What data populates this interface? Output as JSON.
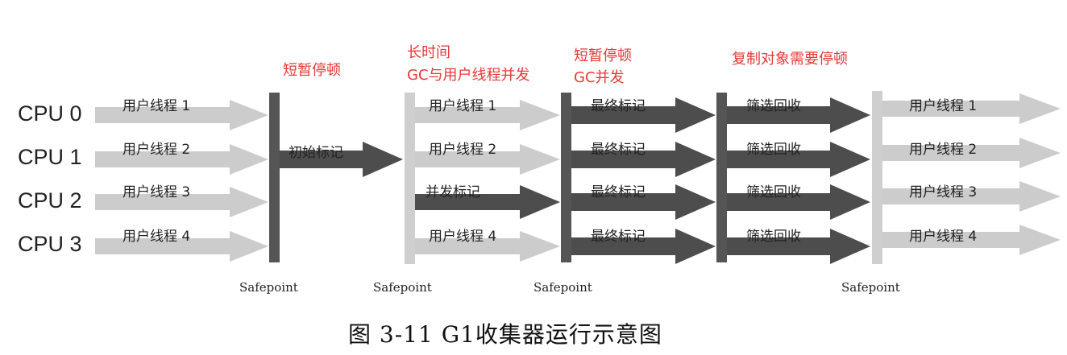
{
  "cpus": [
    "CPU 0",
    "CPU 1",
    "CPU 2",
    "CPU 3"
  ],
  "phase1": {
    "labels": [
      "用户线程 1",
      "用户线程 2",
      "用户线程 3",
      "用户线程 4"
    ]
  },
  "phase2": {
    "label": "初始标记",
    "note": "短暂停顿"
  },
  "phase3": {
    "labels": [
      "用户线程 1",
      "用户线程 2",
      "并发标记",
      "用户线程 4"
    ],
    "note_line1": "长时间",
    "note_line2": "GC与用户线程并发"
  },
  "phase4": {
    "labels": [
      "最终标记",
      "最终标记",
      "最终标记",
      "最终标记"
    ],
    "note_line1": "短暂停顿",
    "note_line2": "GC并发"
  },
  "phase5": {
    "labels": [
      "筛选回收",
      "筛选回收",
      "筛选回收",
      "筛选回收"
    ],
    "note": "复制对象需要停顿"
  },
  "phase6": {
    "labels": [
      "用户线程 1",
      "用户线程 2",
      "用户线程 3",
      "用户线程 4"
    ]
  },
  "safepoints": [
    "Safepoint",
    "Safepoint",
    "Safepoint",
    "Safepoint"
  ],
  "caption": "图    3-11    G1收集器运行示意图",
  "colors": {
    "light_arrow": "#cccccc",
    "dark_arrow": "#4d4d4d",
    "bar": "#555555",
    "light_bar": "#cfcfcf",
    "annotation": "#e53935"
  }
}
